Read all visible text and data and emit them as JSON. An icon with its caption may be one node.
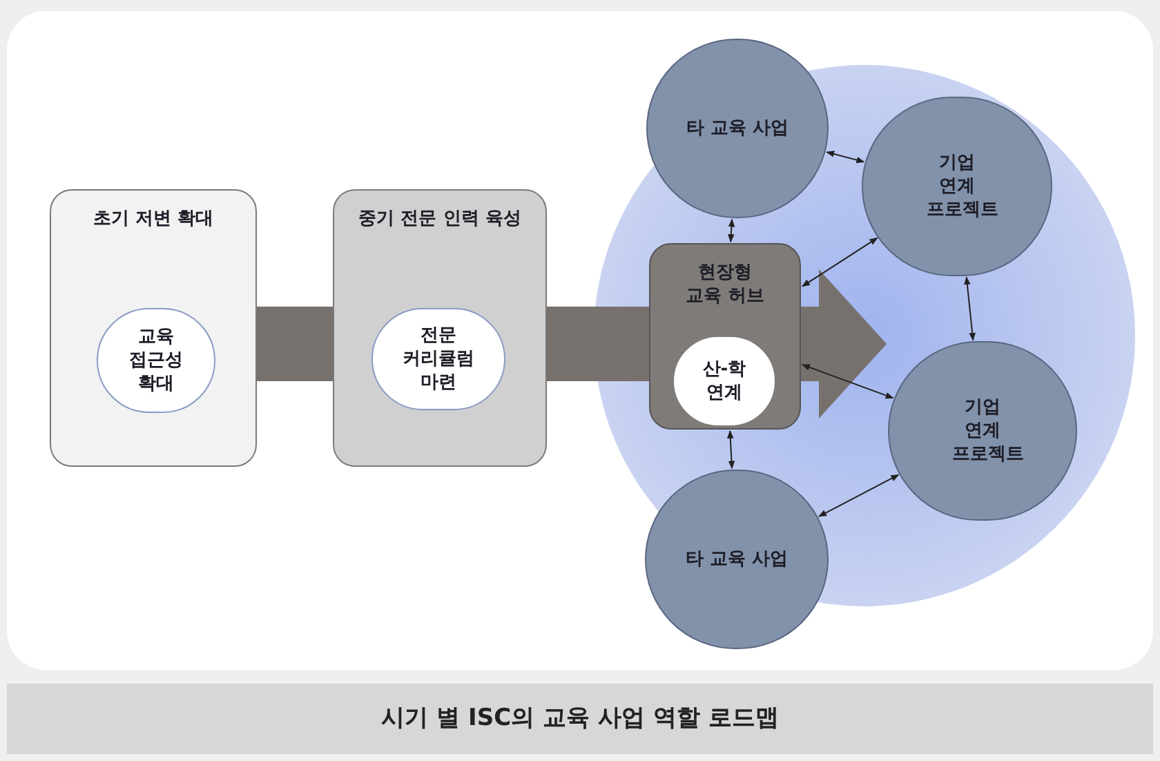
{
  "diagram": {
    "caption": "시기 별 ISC의 교육 사업 역할 로드맵",
    "nodes": [
      {
        "text": [
          "초기 저변 확대"
        ]
      },
      {
        "text": [
          "교육 접근성 확대"
        ],
        "in": 0
      },
      {
        "text": [
          "중기 전문 인력 육성"
        ]
      },
      {
        "text": [
          "전문 커리큘럼 마련"
        ],
        "in": 2
      },
      {
        "text": [
          "현장형 교육 허브"
        ]
      },
      {
        "text": [
          "산-학 연계"
        ],
        "in": 4
      },
      {
        "text": [
          "타 교육 사업"
        ]
      },
      {
        "text": [
          "기업 연계 프로젝트"
        ]
      },
      {
        "text": [
          "기업 연계 프로젝트"
        ]
      },
      {
        "text": [
          "타 교육 사업"
        ]
      }
    ],
    "edges": [
      {
        "from": 0,
        "to": 2,
        "arrow": "none",
        "style": "thick",
        "color": "#77716e"
      },
      {
        "from": 2,
        "to": 4,
        "arrow": "none",
        "style": "thick",
        "color": "#77716e"
      },
      {
        "from": 4,
        "to": null,
        "arrow": "to",
        "style": "thick",
        "color": "#77716e"
      },
      {
        "from": 6,
        "to": 4,
        "arrow": "both"
      },
      {
        "from": 6,
        "to": 7,
        "arrow": "both"
      },
      {
        "from": 4,
        "to": 7,
        "arrow": "both"
      },
      {
        "from": 7,
        "to": 8,
        "arrow": "both"
      },
      {
        "from": 4,
        "to": 8,
        "arrow": "both"
      },
      {
        "from": 4,
        "to": 9,
        "arrow": "both"
      },
      {
        "from": 9,
        "to": 8,
        "arrow": "both"
      }
    ]
  }
}
